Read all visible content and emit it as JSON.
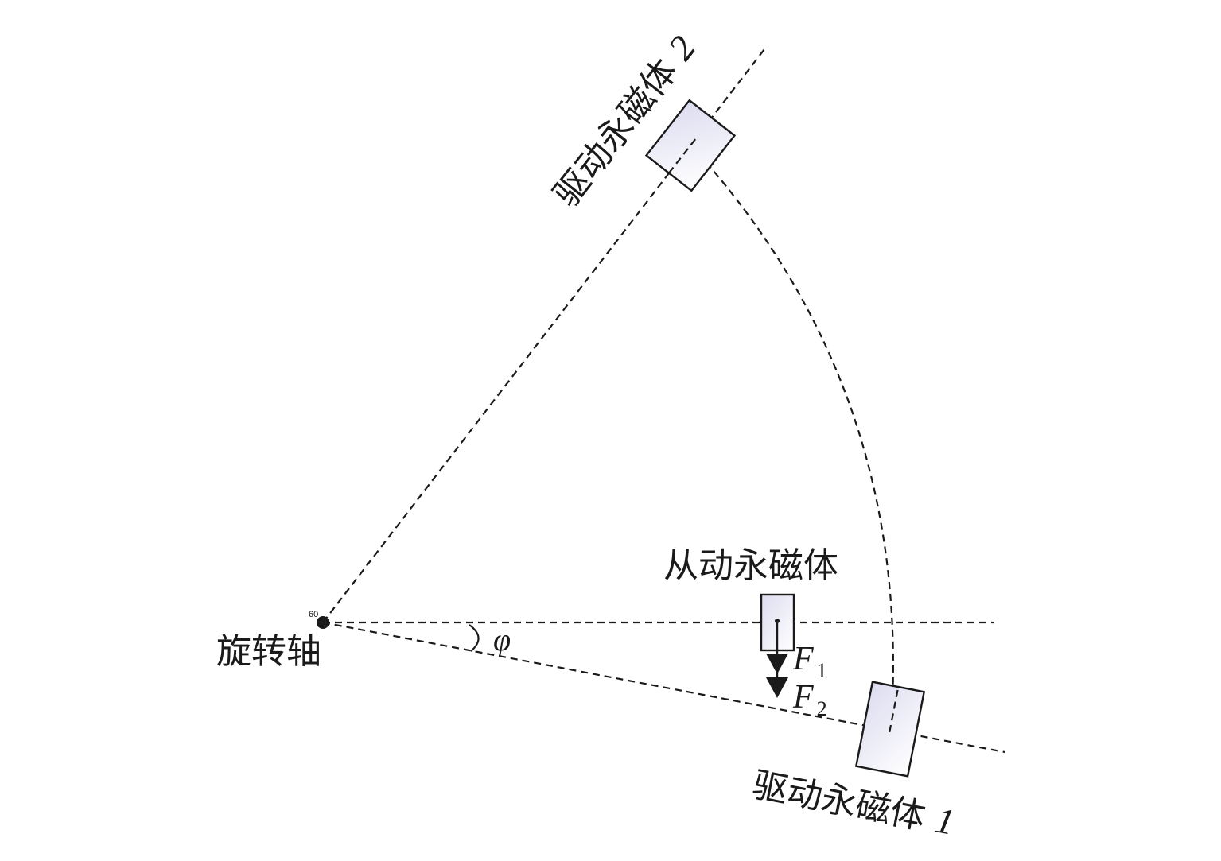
{
  "labels": {
    "axis": "旋转轴",
    "axis_small": "60",
    "driven": "从动永磁体",
    "drive1": "驱动永磁体",
    "drive1_num": "1",
    "drive2": "驱动永磁体",
    "drive2_num": "2",
    "angle": "φ",
    "f1": "F",
    "f1_sub": "1",
    "f2": "F",
    "f2_sub": "2"
  },
  "colors": {
    "stroke": "#1a1a1a",
    "magnet_fill_start": "#dcdcf0",
    "magnet_fill_end": "#ffffff"
  }
}
